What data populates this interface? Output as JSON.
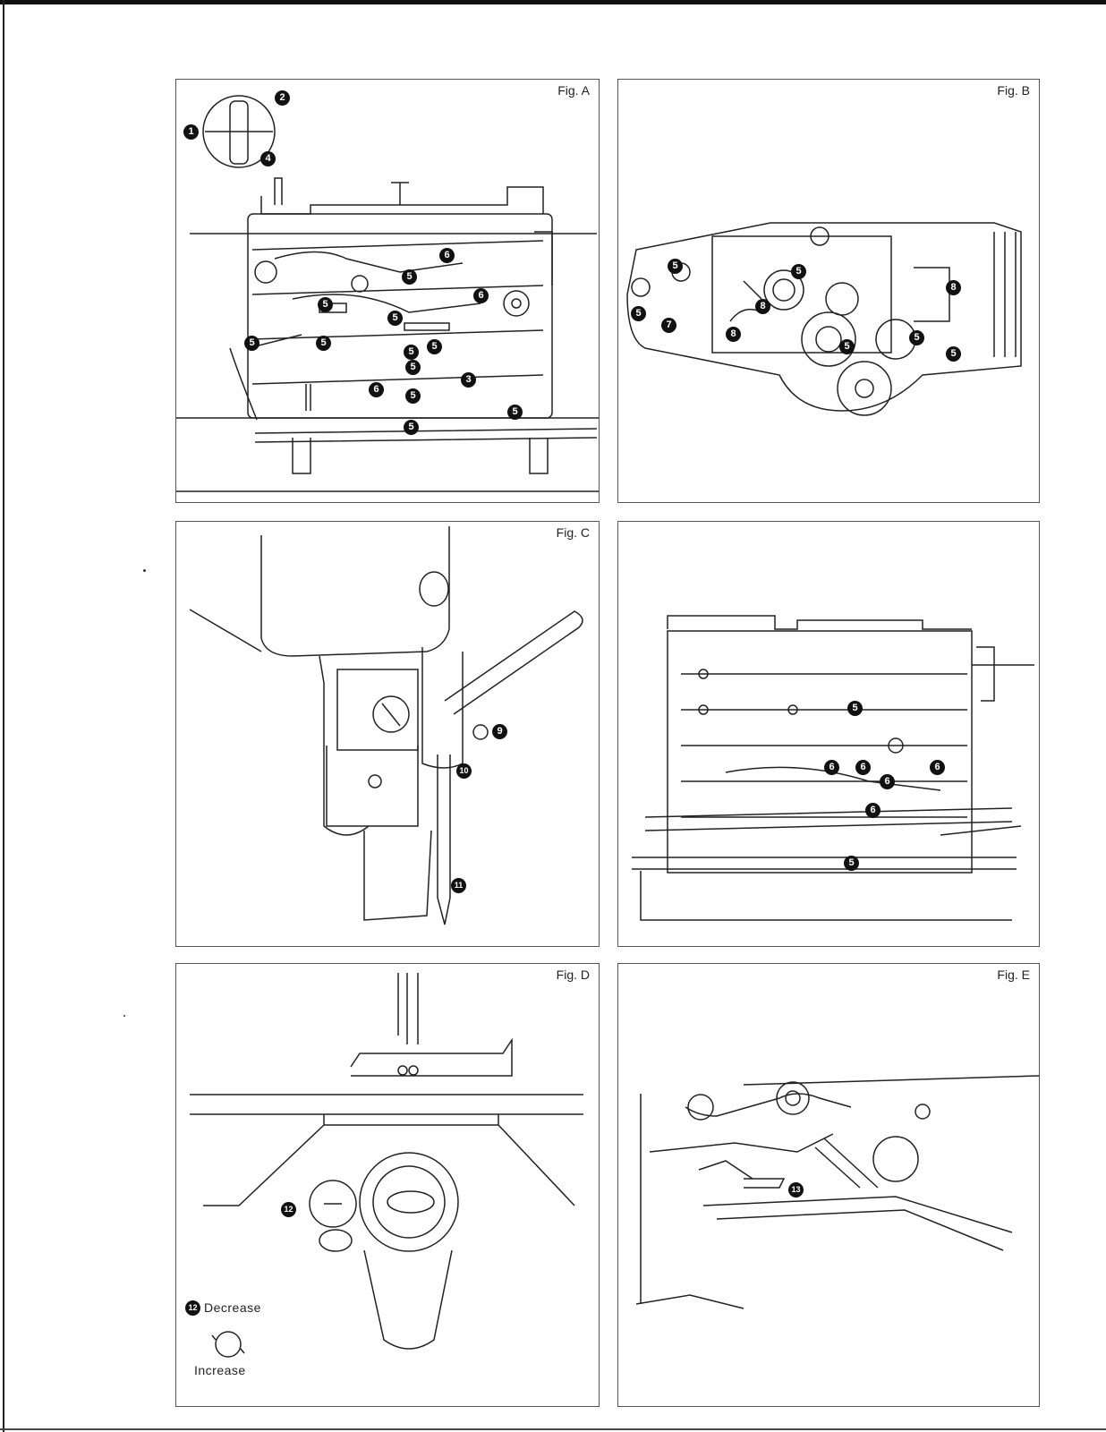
{
  "figures": {
    "a": {
      "label": "Fig. A",
      "callouts": [
        "1",
        "2",
        "4",
        "6",
        "5",
        "5",
        "6",
        "5",
        "5",
        "5",
        "5",
        "5",
        "5",
        "3",
        "6",
        "5",
        "5",
        "5"
      ]
    },
    "b": {
      "label": "Fig. B",
      "callouts": [
        "5",
        "5",
        "7",
        "5",
        "8",
        "8",
        "5",
        "5",
        "5",
        "8"
      ]
    },
    "c": {
      "label": "Fig. C",
      "callouts": [
        "9",
        "10",
        "11"
      ]
    },
    "unlabeled": {
      "callouts": [
        "5",
        "6",
        "6",
        "6",
        "6",
        "6",
        "5"
      ]
    },
    "d": {
      "label": "Fig. D",
      "callouts": [
        "12"
      ],
      "legend": {
        "callout": "12",
        "decrease": "Decrease",
        "increase": "Increase"
      }
    },
    "e": {
      "label": "Fig. E",
      "callouts": [
        "13"
      ]
    }
  }
}
